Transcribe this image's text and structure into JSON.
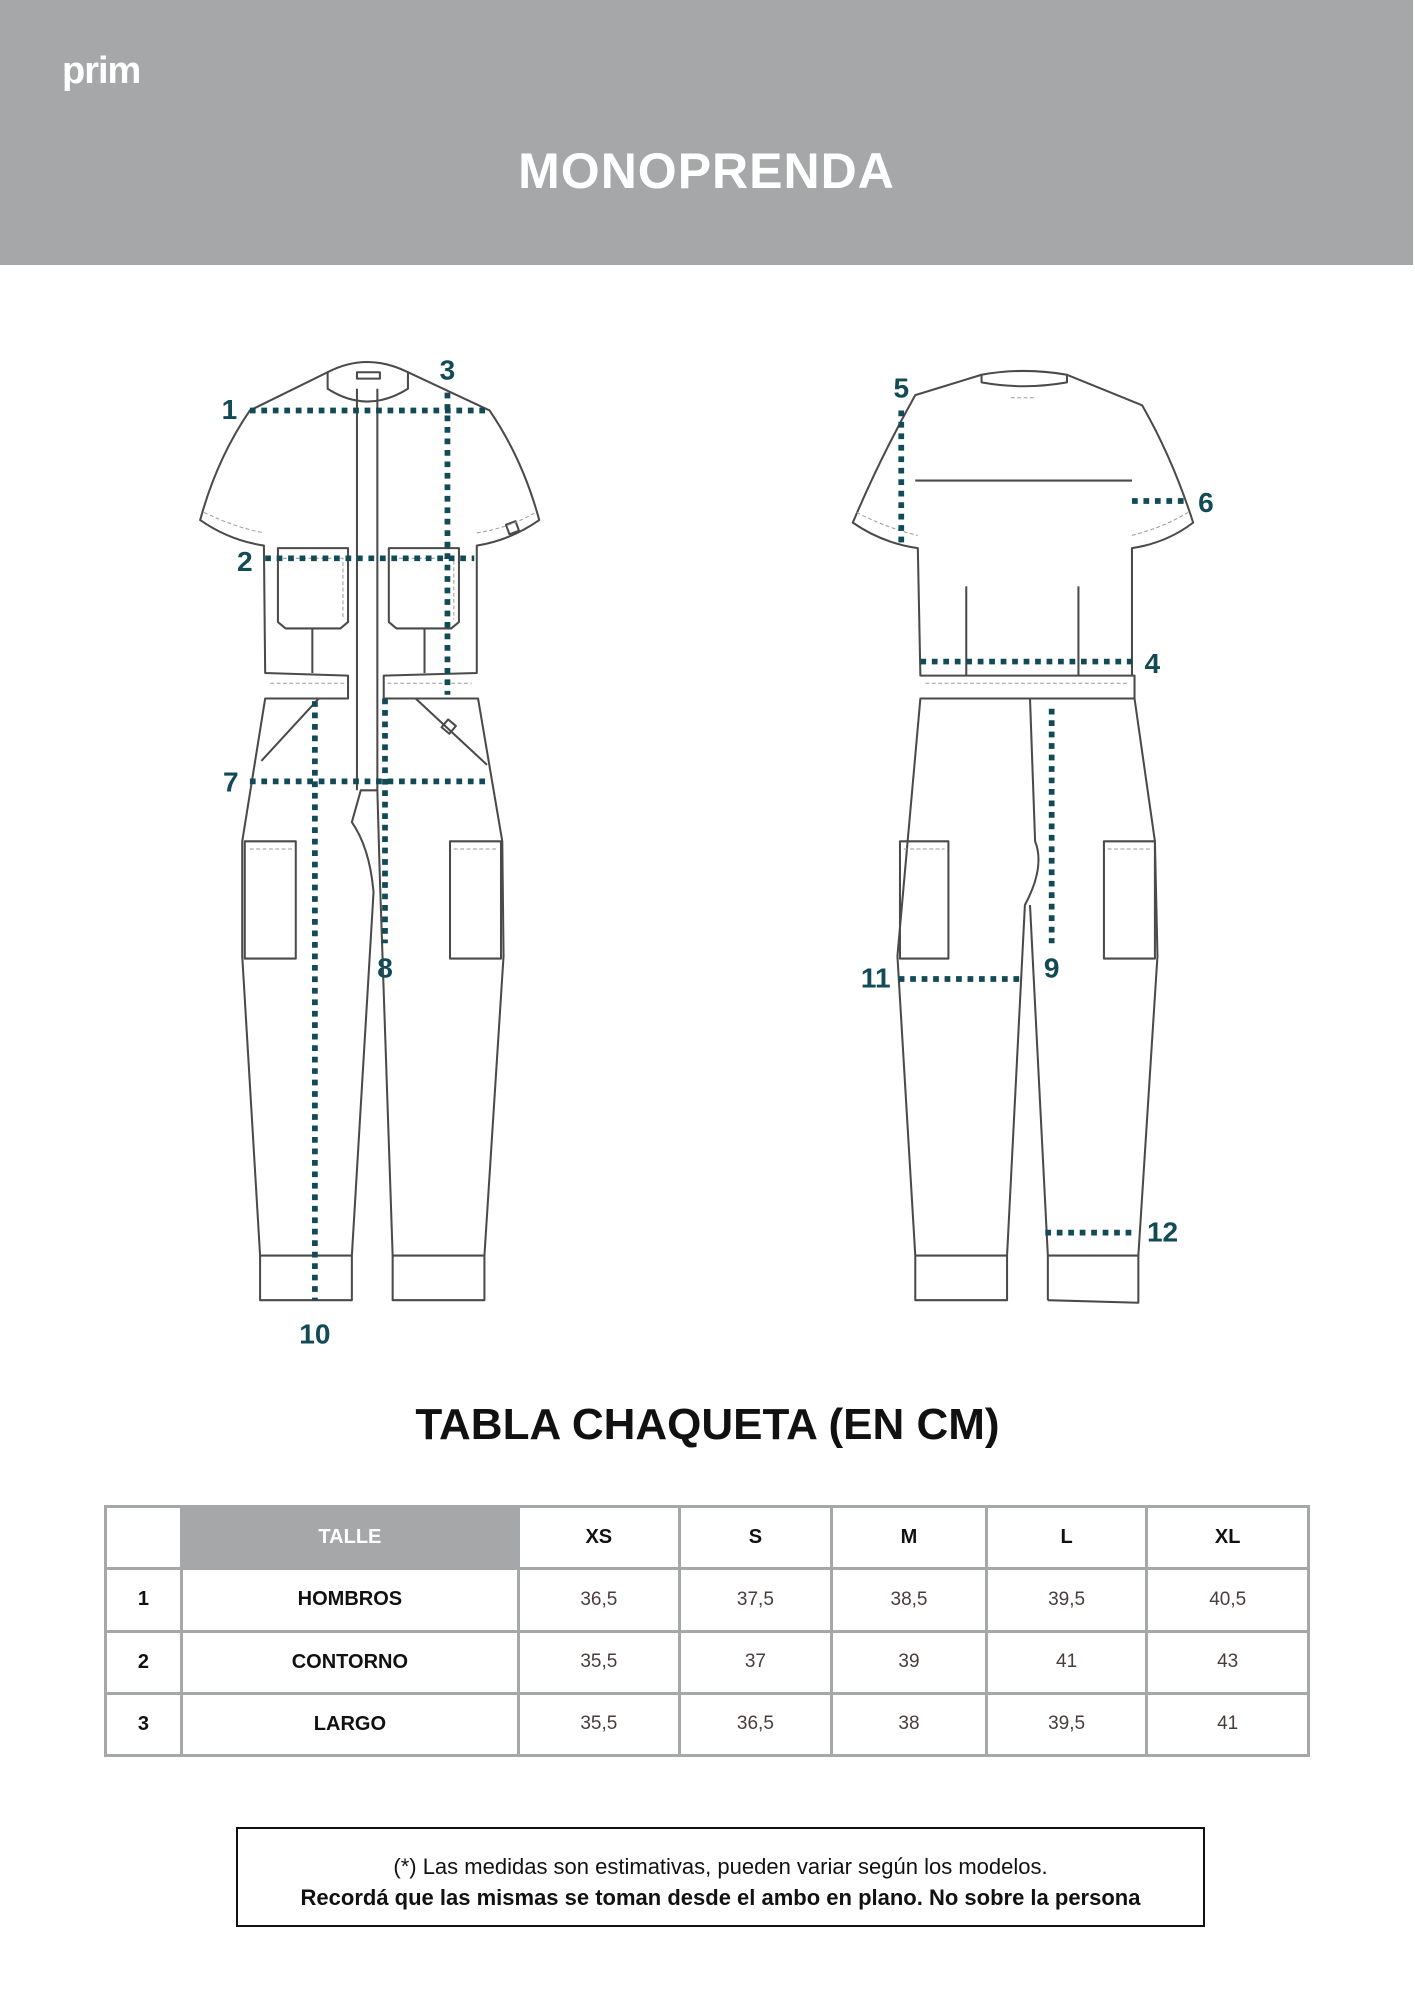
{
  "header": {
    "logo": "prim",
    "title": "MONOPRENDA"
  },
  "diagram": {
    "labels": {
      "m1": "1",
      "m2": "2",
      "m3": "3",
      "m4": "4",
      "m5": "5",
      "m6": "6",
      "m7": "7",
      "m8": "8",
      "m9": "9",
      "m10": "10",
      "m11": "11",
      "m12": "12"
    },
    "accent_color": "#124a56"
  },
  "table_title": "TABLA CHAQUETA (EN CM)",
  "table": {
    "header": [
      "TALLE",
      "XS",
      "S",
      "M",
      "L",
      "XL"
    ],
    "rows": [
      {
        "index": "1",
        "name": "HOMBROS",
        "values": [
          "36,5",
          "37,5",
          "38,5",
          "39,5",
          "40,5"
        ]
      },
      {
        "index": "2",
        "name": "CONTORNO",
        "values": [
          "35,5",
          "37",
          "39",
          "41",
          "43"
        ]
      },
      {
        "index": "3",
        "name": "LARGO",
        "values": [
          "35,5",
          "36,5",
          "38",
          "39,5",
          "41"
        ]
      }
    ]
  },
  "note": {
    "line1": "(*) Las medidas son estimativas, pueden variar según los modelos.",
    "line2": "Recordá que las mismas se toman desde el ambo en plano. No sobre la persona"
  }
}
